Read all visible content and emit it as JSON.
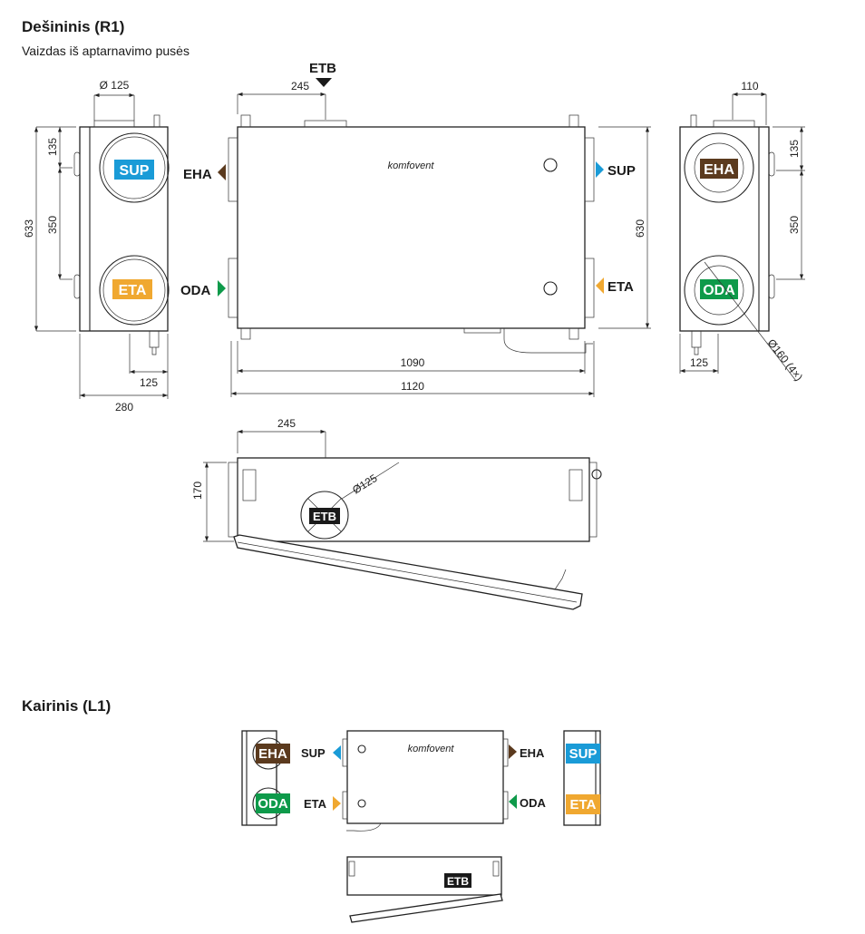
{
  "sections": {
    "right": {
      "title": "Dešininis (R1)",
      "subtitle": "Vaizdas iš aptarnavimo pusės"
    },
    "left": {
      "title": "Kairinis (L1)"
    }
  },
  "labels": {
    "sup": "SUP",
    "eta": "ETA",
    "eha": "EHA",
    "oda": "ODA",
    "etb": "ETB"
  },
  "brand": "komfovent",
  "colors": {
    "sup": "#1a9bd7",
    "eta": "#f0a830",
    "eha": "#5b3a1e",
    "oda": "#0e9a4a",
    "etb": "#1a1a1a"
  },
  "dimensions": {
    "side_duct": "Ø 125",
    "side_top": "135",
    "side_mid": "350",
    "side_height": "633",
    "side_plug": "125",
    "side_width": "280",
    "front_etb": "245",
    "front_height": "630",
    "front_inner": "1090",
    "front_total": "1120",
    "right_top": "110",
    "right_135": "135",
    "right_350": "350",
    "right_plug": "125",
    "right_duct": "Ø160 (4×)",
    "bottom_etb": "245",
    "bottom_height": "170",
    "bottom_duct": "Ø125"
  }
}
